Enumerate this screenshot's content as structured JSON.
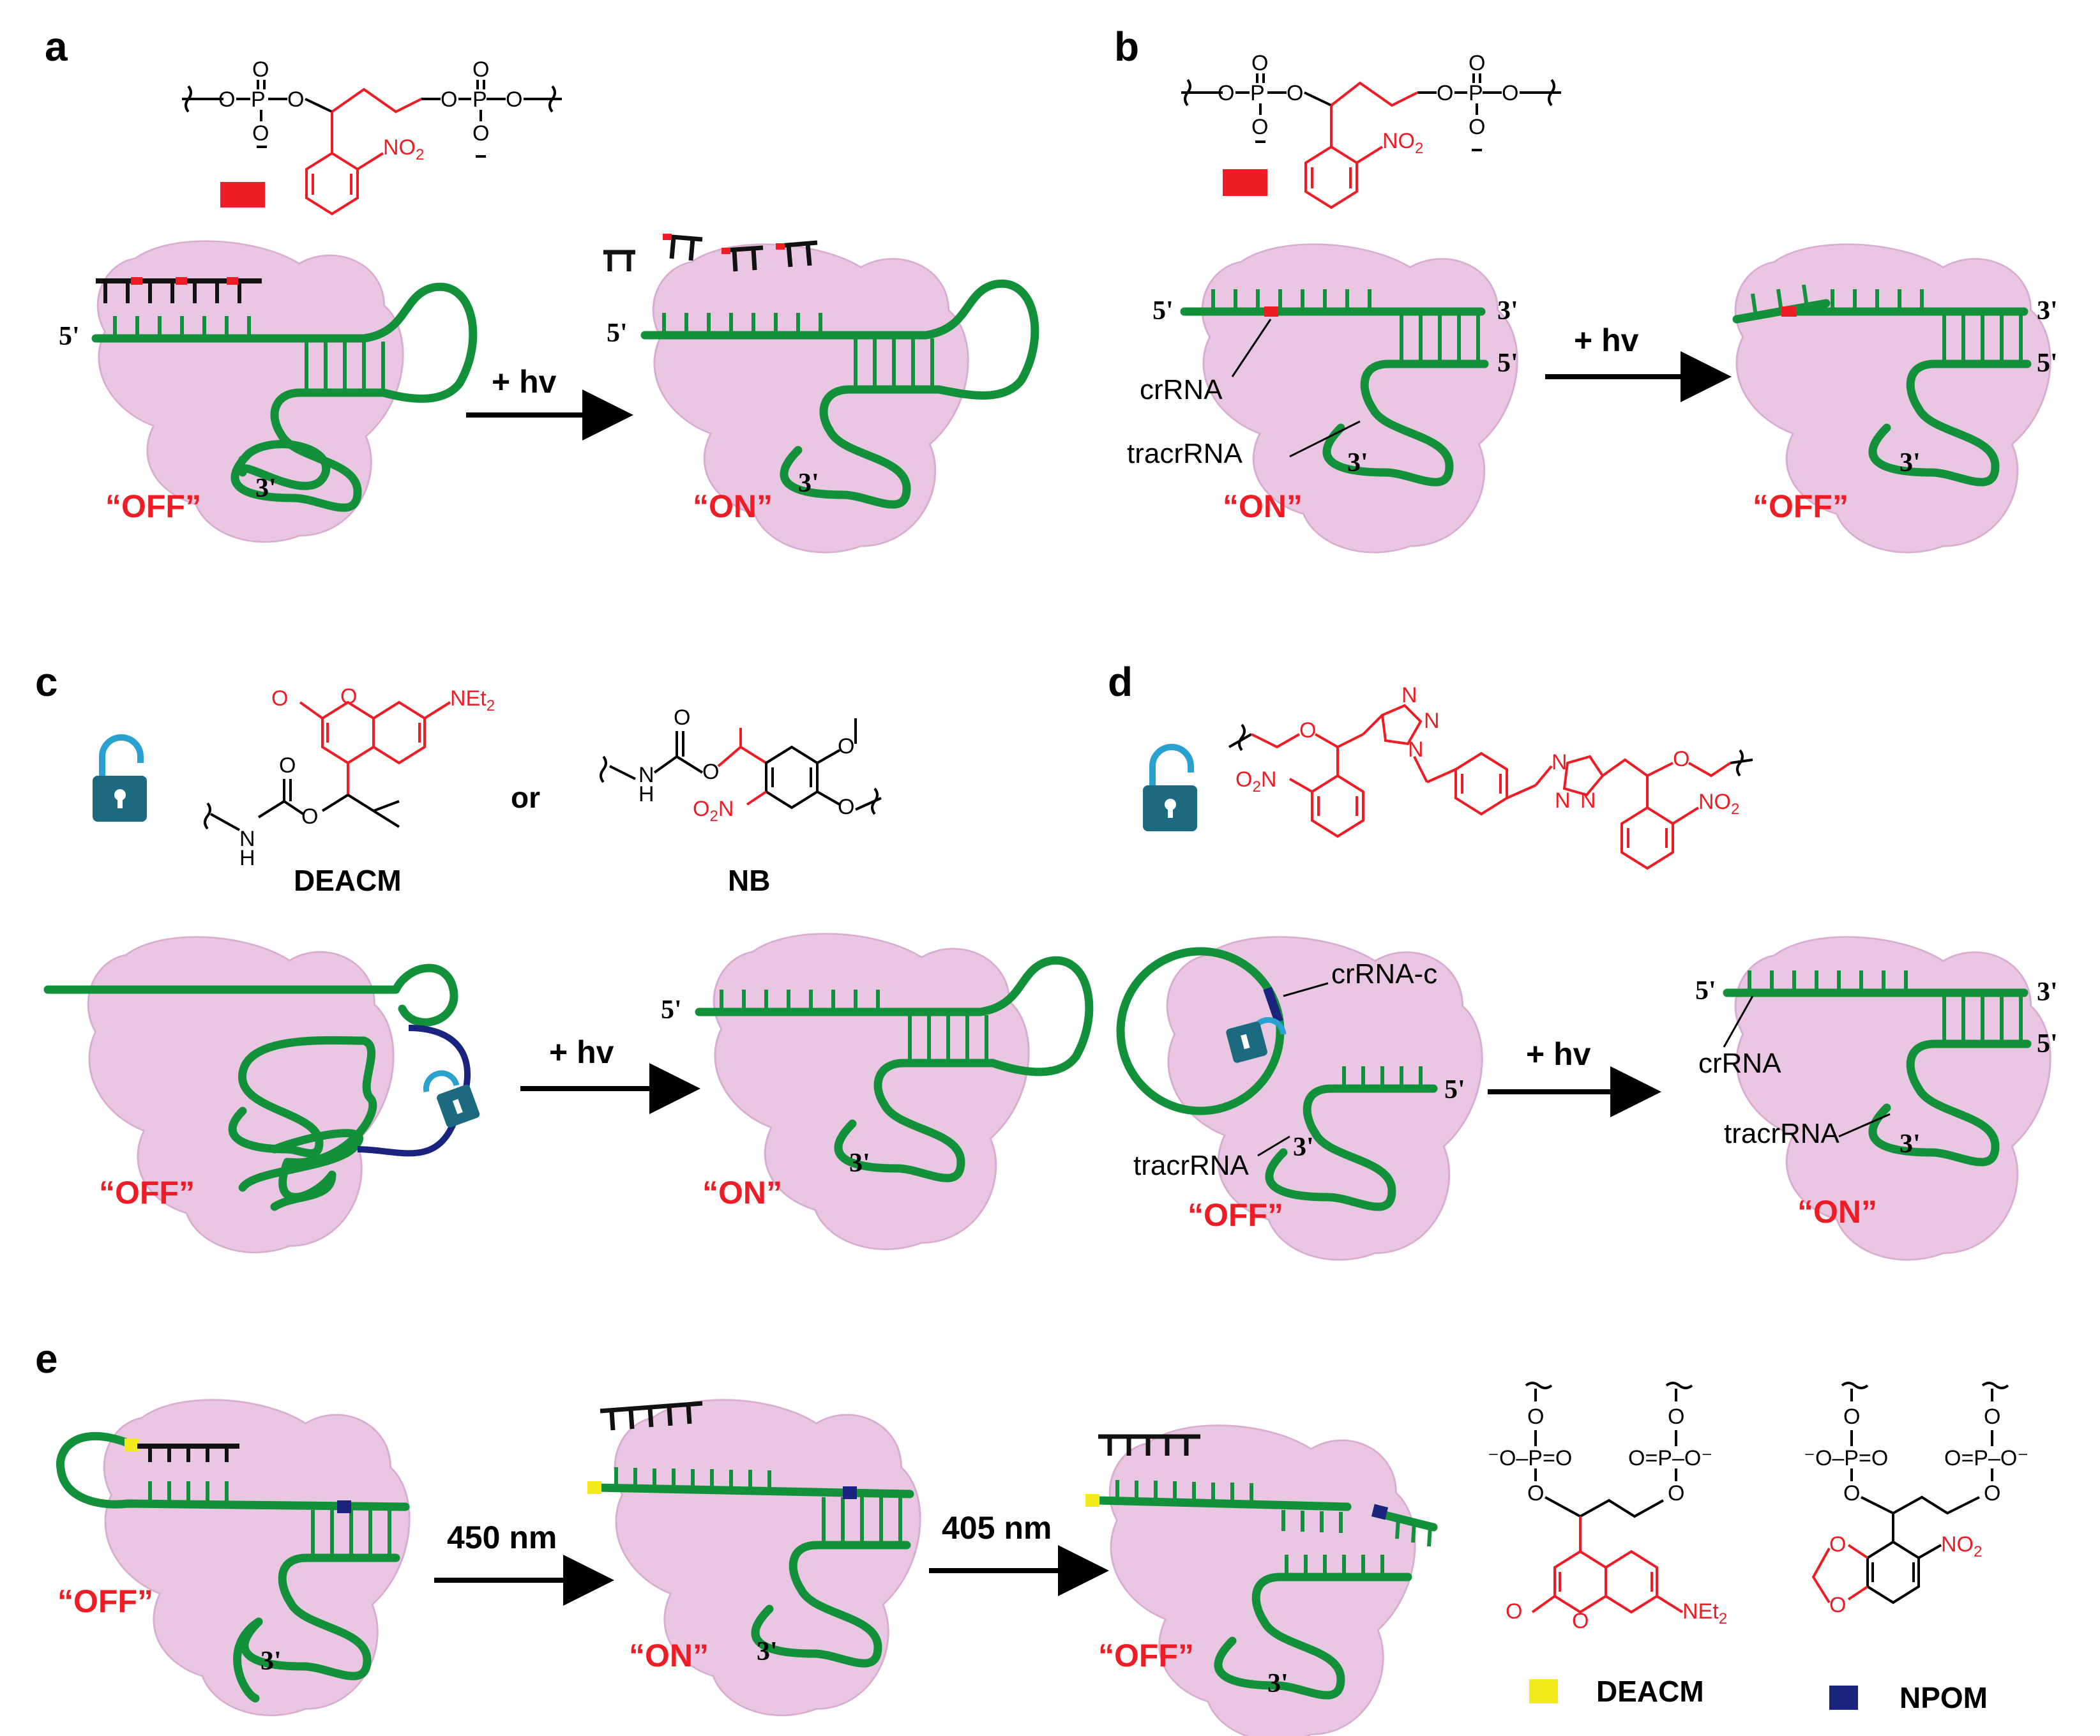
{
  "colors": {
    "rna_green": "#12913a",
    "protein_pink": "#e9c6e2",
    "photocage_red": "#ee1c25",
    "linker_navy": "#1a237e",
    "lock_teal": "#1b6a80",
    "deacm_yellow": "#f2ea1a",
    "npom_navy": "#1a237e"
  },
  "panels": {
    "a": {
      "letter": "a",
      "state_left": "“OFF”",
      "state_right": "“ON”",
      "arrow": "+ hv",
      "five_prime": "5'",
      "three_prime": "3'"
    },
    "b": {
      "letter": "b",
      "state_left": "“ON”",
      "state_right": "“OFF”",
      "arrow": "+ hv",
      "five_prime": "5'",
      "three_prime": "3'",
      "label_crrna": "crRNA",
      "label_tracrrna": "tracrRNA"
    },
    "c": {
      "letter": "c",
      "state_left": "“OFF”",
      "state_right": "“ON”",
      "arrow": "+ hv",
      "five_prime": "5'",
      "three_prime": "3'",
      "cage1": "DEACM",
      "cage2": "NB",
      "or": "or",
      "net2": "NEt2",
      "o2n": "O2N",
      "nh": "N\nH"
    },
    "d": {
      "letter": "d",
      "state_left": "“OFF”",
      "state_right": "“ON”",
      "arrow": "+ hv",
      "five_prime": "5'",
      "three_prime": "3'",
      "label_crrna_c": "crRNA-c",
      "label_crrna": "crRNA",
      "label_tracrrna": "tracrRNA"
    },
    "e": {
      "letter": "e",
      "state_1": "“OFF”",
      "state_2": "“ON”",
      "state_3": "“OFF”",
      "arrow_1": "450 nm",
      "arrow_2": "405 nm",
      "three_prime": "3'",
      "legend_deacm": "DEACM",
      "legend_npom": "NPOM"
    }
  },
  "icons": [
    "padlock-open-icon",
    "padlock-closed-icon",
    "photocage-red-square",
    "deacm-yellow-square",
    "npom-navy-square"
  ]
}
